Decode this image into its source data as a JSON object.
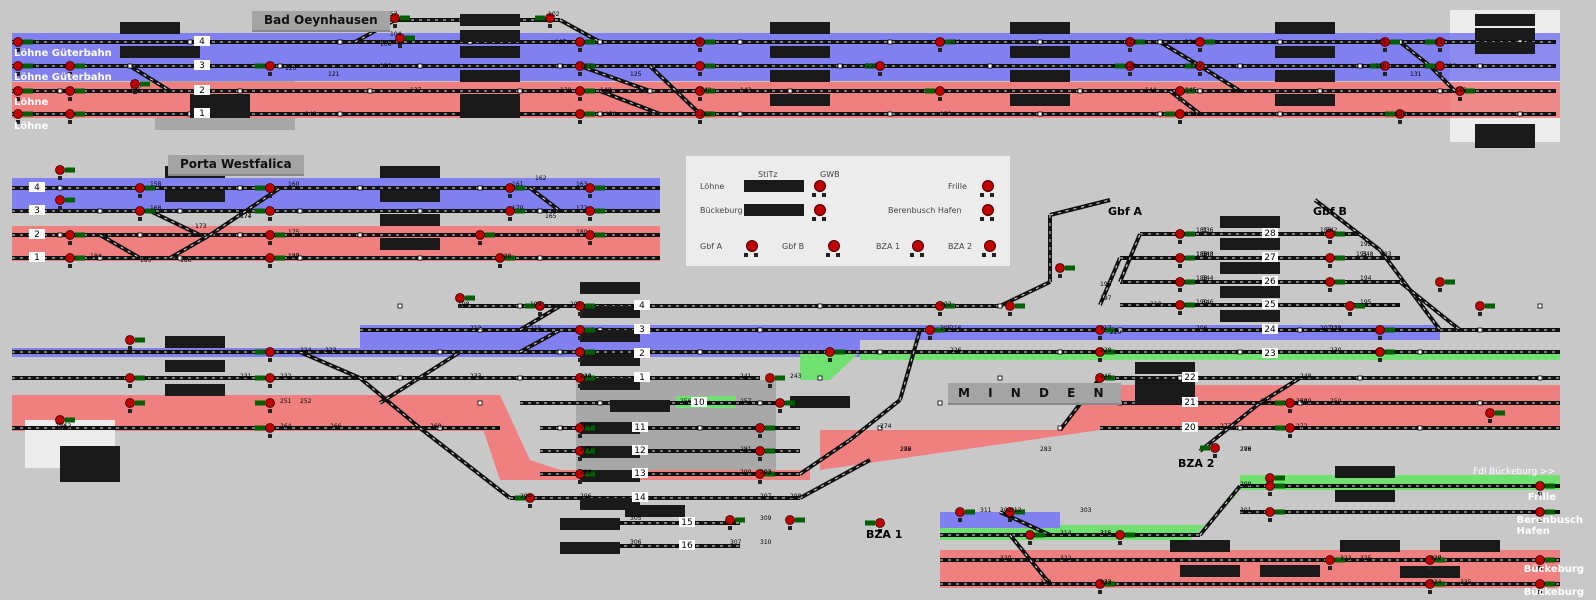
{
  "stations": {
    "bad_oeynhausen": "Bad Oeynhausen",
    "porta_westfalica": "Porta Westfalica",
    "minden": "M I N D E N"
  },
  "end_labels": {
    "loehne_gbf_1": "Löhne Güterbahn",
    "loehne_gbf_2": "Löhne Güterbahn",
    "loehne_1": "Löhne",
    "loehne_2": "Löhne",
    "fdl": "Fdl Bückeburg >>",
    "frille": "Frille",
    "berenbusch": "Berenbusch Hafen",
    "bueckeburg_1": "Bückeburg",
    "bueckeburg_2": "Bückeburg",
    "gbf_a": "Gbf A",
    "gbf_b": "Gbf B",
    "bza_1": "BZA 1",
    "bza_2": "BZA 2"
  },
  "panel": {
    "head_stitz": "StiTz",
    "head_gwb": "GWB",
    "loehne": "Löhne",
    "bueckeburg": "Bückeburg",
    "frille": "Frille",
    "berenbusch": "Berenbusch Hafen",
    "gbf_a": "Gbf A",
    "gbf_b": "Gbf B",
    "bza_1": "BZA 1",
    "bza_2": "BZA 2"
  },
  "colors": {
    "background": "#c8c8c8",
    "zone_blue": "#8080f0",
    "zone_red": "#f08080",
    "zone_green": "#70e070",
    "zone_gray": "#a8a8a8",
    "zone_white": "#ececec",
    "track": "#101010",
    "signal_red": "#c00000",
    "signal_green": "#006000",
    "display": "#1a1a1a"
  },
  "tracks": {
    "oeyn": [
      "4",
      "3",
      "2",
      "1"
    ],
    "porta": [
      "4",
      "3",
      "2",
      "1"
    ],
    "minden": [
      "4",
      "3",
      "2",
      "1",
      "10",
      "11",
      "12",
      "13",
      "14",
      "15",
      "16"
    ],
    "minden_east": [
      "28",
      "27",
      "26",
      "25",
      "24",
      "23",
      "22",
      "21",
      "20"
    ]
  },
  "signals": {
    "oeyn": [
      "101",
      "102",
      "104",
      "106",
      "107",
      "110",
      "111",
      "112",
      "114",
      "115",
      "117",
      "120",
      "121",
      "122",
      "123",
      "125",
      "127",
      "128",
      "129",
      "130",
      "131",
      "133",
      "136",
      "137",
      "138",
      "140",
      "142",
      "143",
      "144",
      "145",
      "146",
      "149",
      "150",
      "152",
      "153",
      "154",
      "156",
      "157"
    ],
    "porta": [
      "158",
      "160",
      "161",
      "162",
      "163",
      "165",
      "168",
      "170",
      "172",
      "173",
      "174",
      "175",
      "177",
      "179",
      "180",
      "184",
      "185",
      "186",
      "187",
      "188"
    ],
    "minden": [
      "181",
      "182",
      "183",
      "186",
      "188",
      "190",
      "191",
      "192",
      "193",
      "194",
      "195",
      "196",
      "197",
      "198",
      "199",
      "201",
      "202",
      "205",
      "206",
      "207",
      "210",
      "212",
      "215",
      "216",
      "217",
      "218",
      "220",
      "222",
      "223",
      "224",
      "226",
      "228",
      "230",
      "231",
      "232",
      "233",
      "234",
      "240",
      "241",
      "243",
      "246",
      "248",
      "249",
      "250",
      "251",
      "252",
      "254",
      "256",
      "257",
      "260",
      "262",
      "263",
      "264",
      "266",
      "268",
      "269",
      "271",
      "272",
      "274",
      "276",
      "277",
      "278",
      "279",
      "281",
      "282",
      "283",
      "286",
      "288",
      "290",
      "292",
      "293",
      "294",
      "296",
      "297",
      "298",
      "299",
      "301",
      "302",
      "303",
      "305",
      "306",
      "307",
      "309",
      "310",
      "311",
      "312",
      "314",
      "315",
      "316",
      "320",
      "322",
      "323",
      "325",
      "327",
      "328",
      "330",
      "332",
      "333",
      "334",
      "335",
      "336",
      "340",
      "342",
      "343",
      "344",
      "346",
      "348"
    ]
  }
}
